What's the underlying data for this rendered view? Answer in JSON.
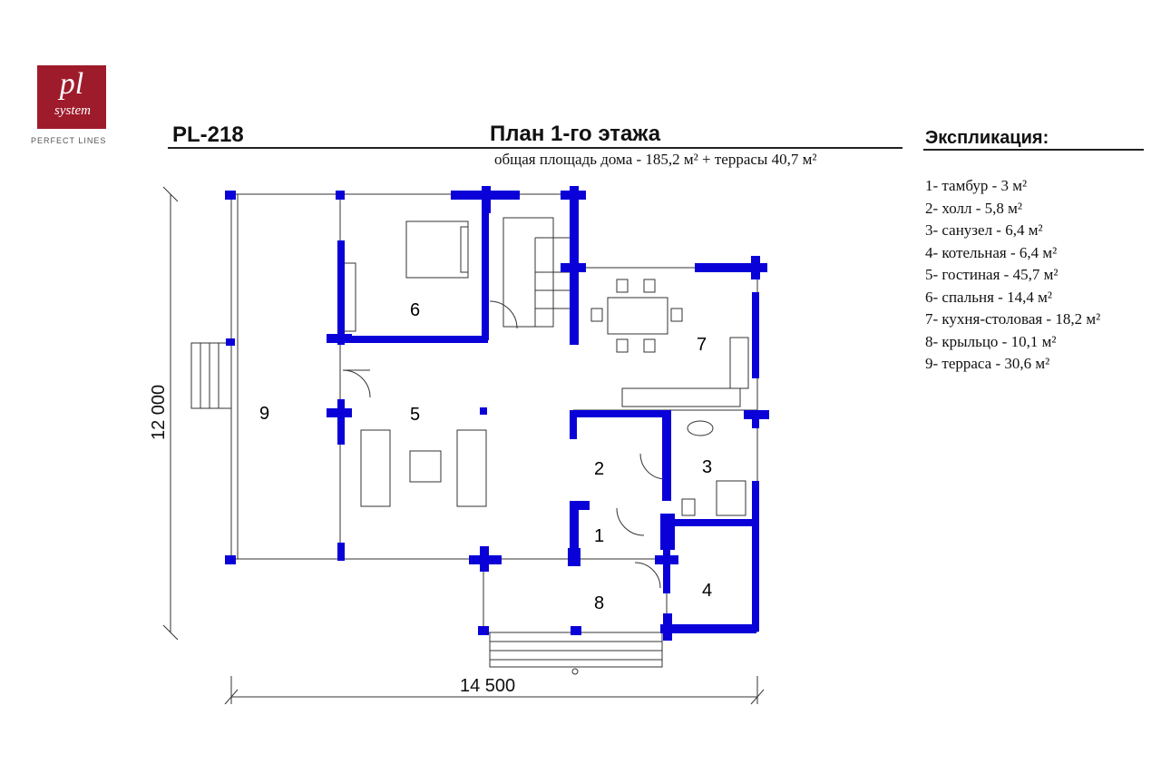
{
  "logo": {
    "mark": "pl",
    "sub": "system",
    "tagline": "PERFECT LINES"
  },
  "project_code": "PL-218",
  "plan_title": "План 1-го этажа",
  "area_summary": "общая площадь дома - 185,2 м²  + террасы  40,7 м²",
  "explication": {
    "title": "Экспликация:",
    "items": [
      "1- тамбур - 3 м²",
      "2- холл - 5,8 м²",
      "3- санузел - 6,4 м²",
      "4- котельная - 6,4 м²",
      "5- гостиная - 45,7 м²",
      "6- спальня - 14,4 м²",
      "7- кухня-столовая - 18,2 м²",
      "8- крыльцо - 10,1 м²",
      "9- терраса - 30,6 м²"
    ]
  },
  "rooms": {
    "r1": "1",
    "r2": "2",
    "r3": "3",
    "r4": "4",
    "r5": "5",
    "r6": "6",
    "r7": "7",
    "r8": "8",
    "r9": "9"
  },
  "dimensions": {
    "width": "14 500",
    "height": "12 000"
  },
  "colors": {
    "wall": "#0a00d8",
    "line": "#333333",
    "logo_bg": "#9e1b2b"
  }
}
